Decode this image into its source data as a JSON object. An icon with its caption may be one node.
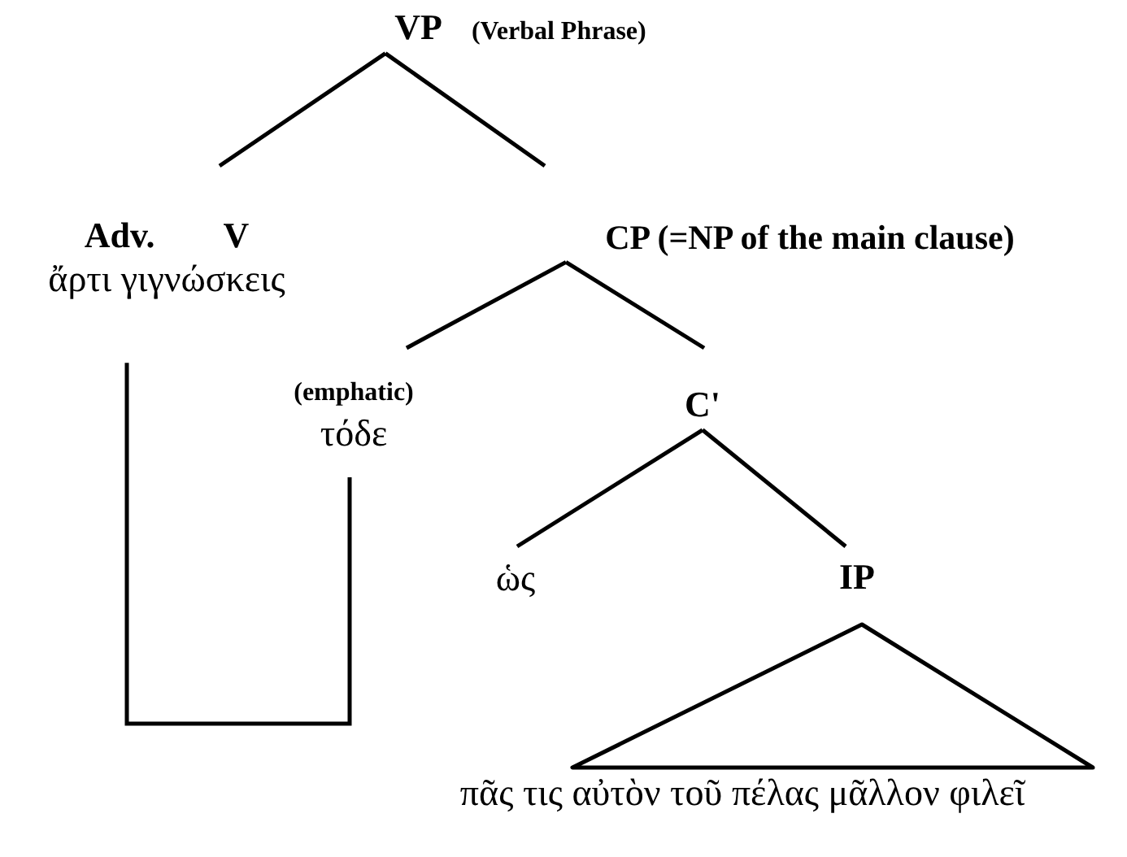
{
  "diagram": {
    "nodes": [
      {
        "text": [
          "VP",
          "(Verbal Phrase)"
        ]
      },
      {
        "text": [
          "Adv.",
          "V",
          "ἄρτι γιγνώσκεις"
        ]
      },
      {
        "text": [
          "CP (=NP of the main clause)"
        ]
      },
      {
        "text": [
          "(emphatic)",
          "τόδε"
        ]
      },
      {
        "text": [
          "C'"
        ]
      },
      {
        "text": [
          "ὡς"
        ]
      },
      {
        "text": [
          "IP"
        ]
      },
      {
        "text": [
          "πᾶς τις αὐτὸν τοῦ πέλας μᾶλλον φιλεῖ"
        ]
      }
    ],
    "edges": [
      {
        "from": 0,
        "to": 1,
        "arrow": "none"
      },
      {
        "from": 0,
        "to": 2,
        "arrow": "none"
      },
      {
        "from": 2,
        "to": 3,
        "arrow": "none"
      },
      {
        "from": 2,
        "to": 4,
        "arrow": "none"
      },
      {
        "from": 4,
        "to": 5,
        "arrow": "none"
      },
      {
        "from": 4,
        "to": 6,
        "arrow": "none"
      },
      {
        "from": 1,
        "to": 3,
        "arrow": "none"
      }
    ]
  }
}
